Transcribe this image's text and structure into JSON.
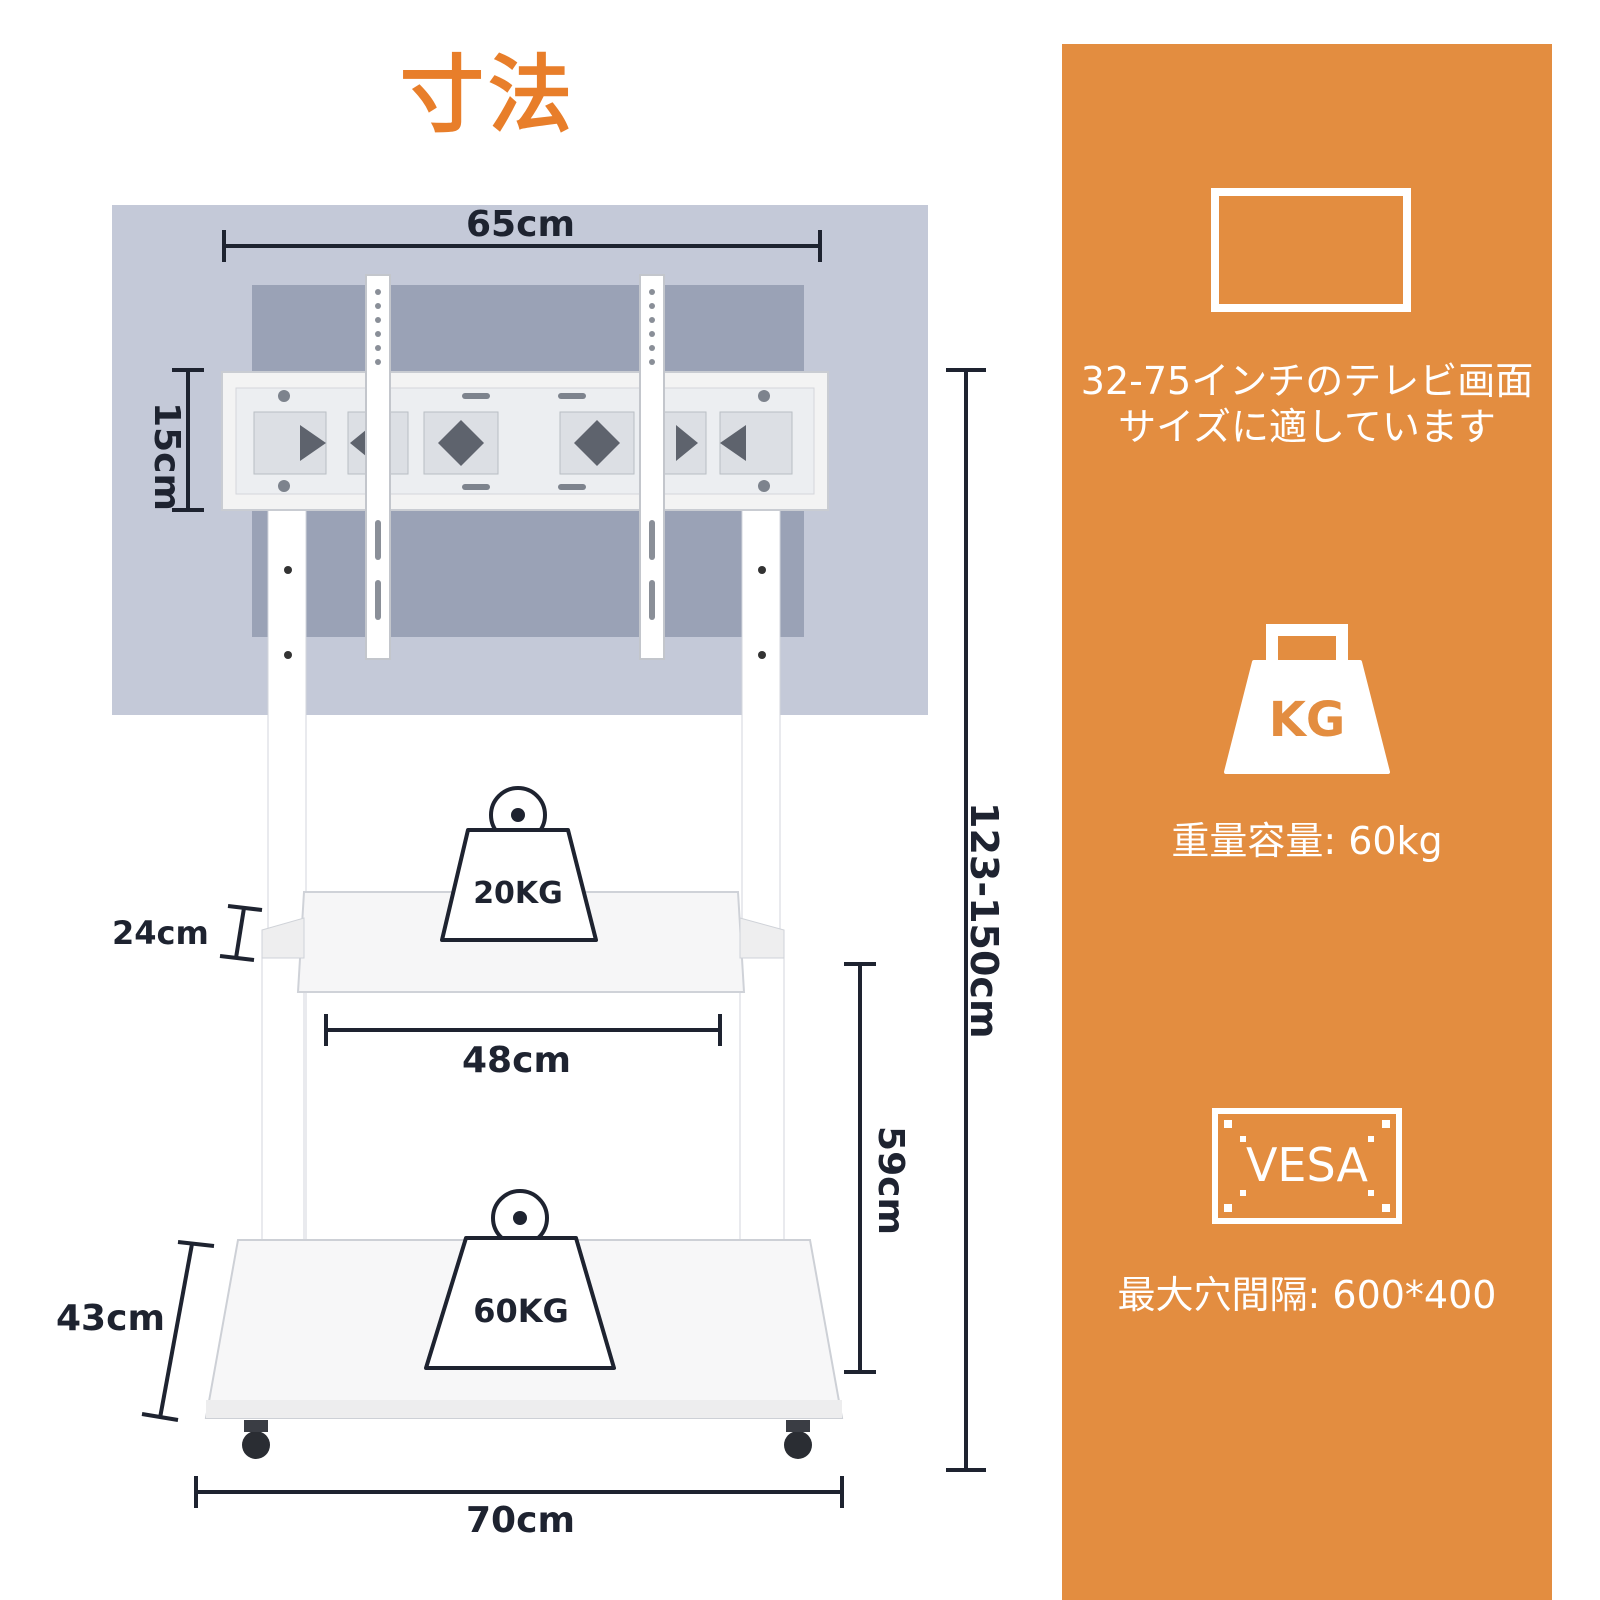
{
  "title": "寸法",
  "dimensions": {
    "width_top": "65cm",
    "bracket_height": "15cm",
    "total_height": "123-150cm",
    "shelf_depth": "24cm",
    "shelf_width": "48cm",
    "shelf_height": "59cm",
    "base_depth": "43cm",
    "base_width": "70cm"
  },
  "weights": {
    "shelf": "20KG",
    "base": "60KG"
  },
  "features": [
    {
      "icon": "screen-icon",
      "text_line1": "32-75インチのテレビ画面",
      "text_line2": "サイズに適しています"
    },
    {
      "icon": "weight-icon",
      "icon_text": "KG",
      "text": "重量容量: 60kg"
    },
    {
      "icon": "vesa-icon",
      "icon_text": "VESA",
      "text": "最大穴間隔: 600*400"
    }
  ],
  "colors": {
    "accent": "#e38d40",
    "title": "#e87e2a",
    "screen": "#c7cbda",
    "stand": "#ffffff"
  }
}
